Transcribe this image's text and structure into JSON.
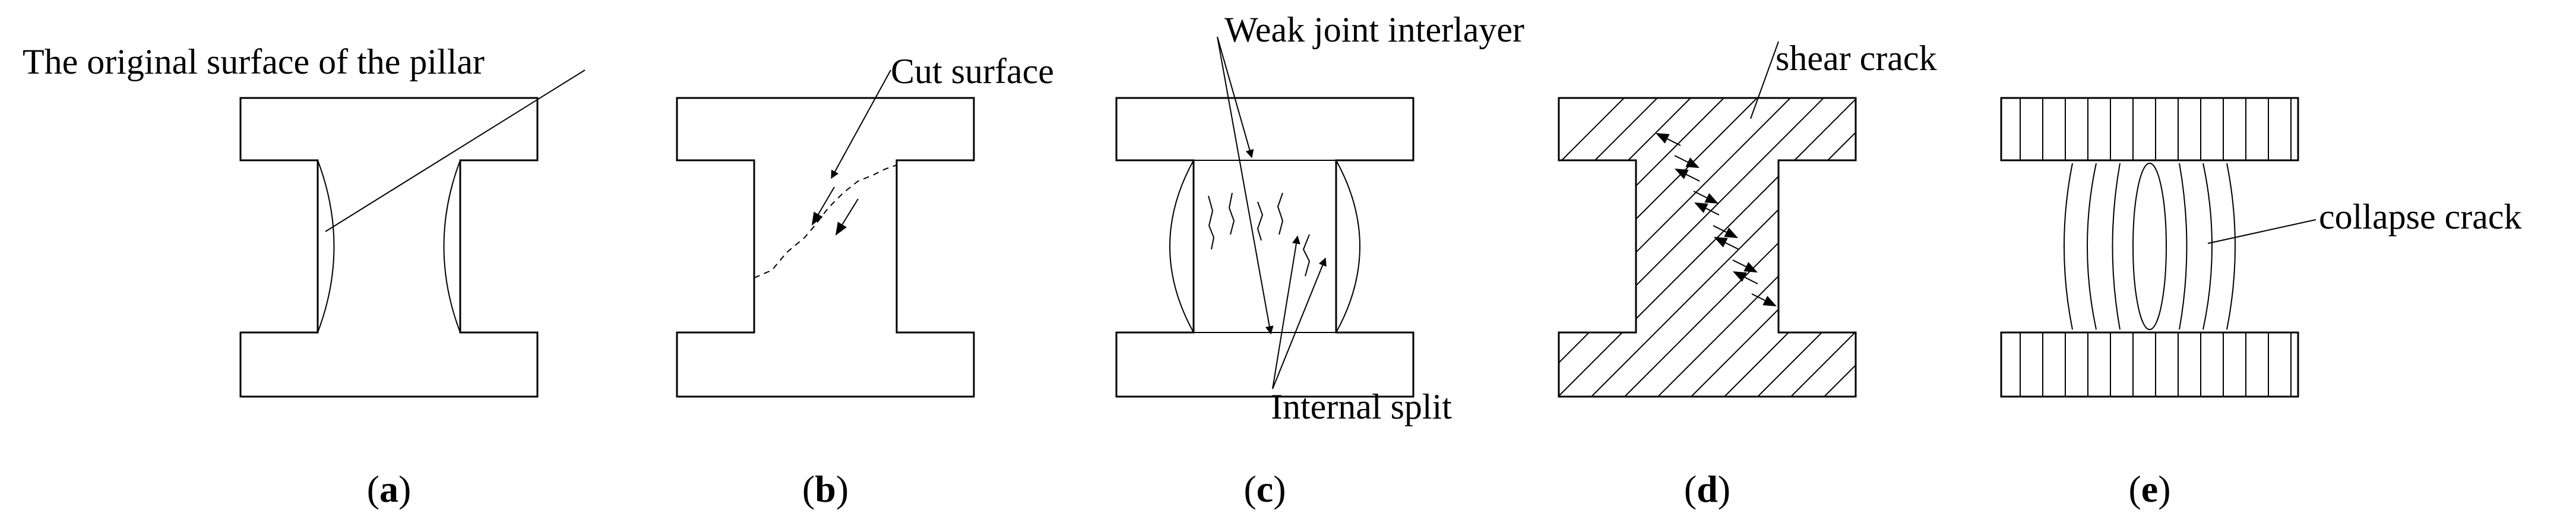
{
  "annotations": {
    "original_surface": "The original surface of the pillar",
    "cut_surface": "Cut surface",
    "weak_joint": "Weak joint interlayer",
    "internal_split": "Internal split",
    "shear_crack": "shear crack",
    "collapse_crack": "collapse crack"
  },
  "captions": {
    "a": "a",
    "b": "b",
    "c": "c",
    "d": "d",
    "e": "e"
  }
}
